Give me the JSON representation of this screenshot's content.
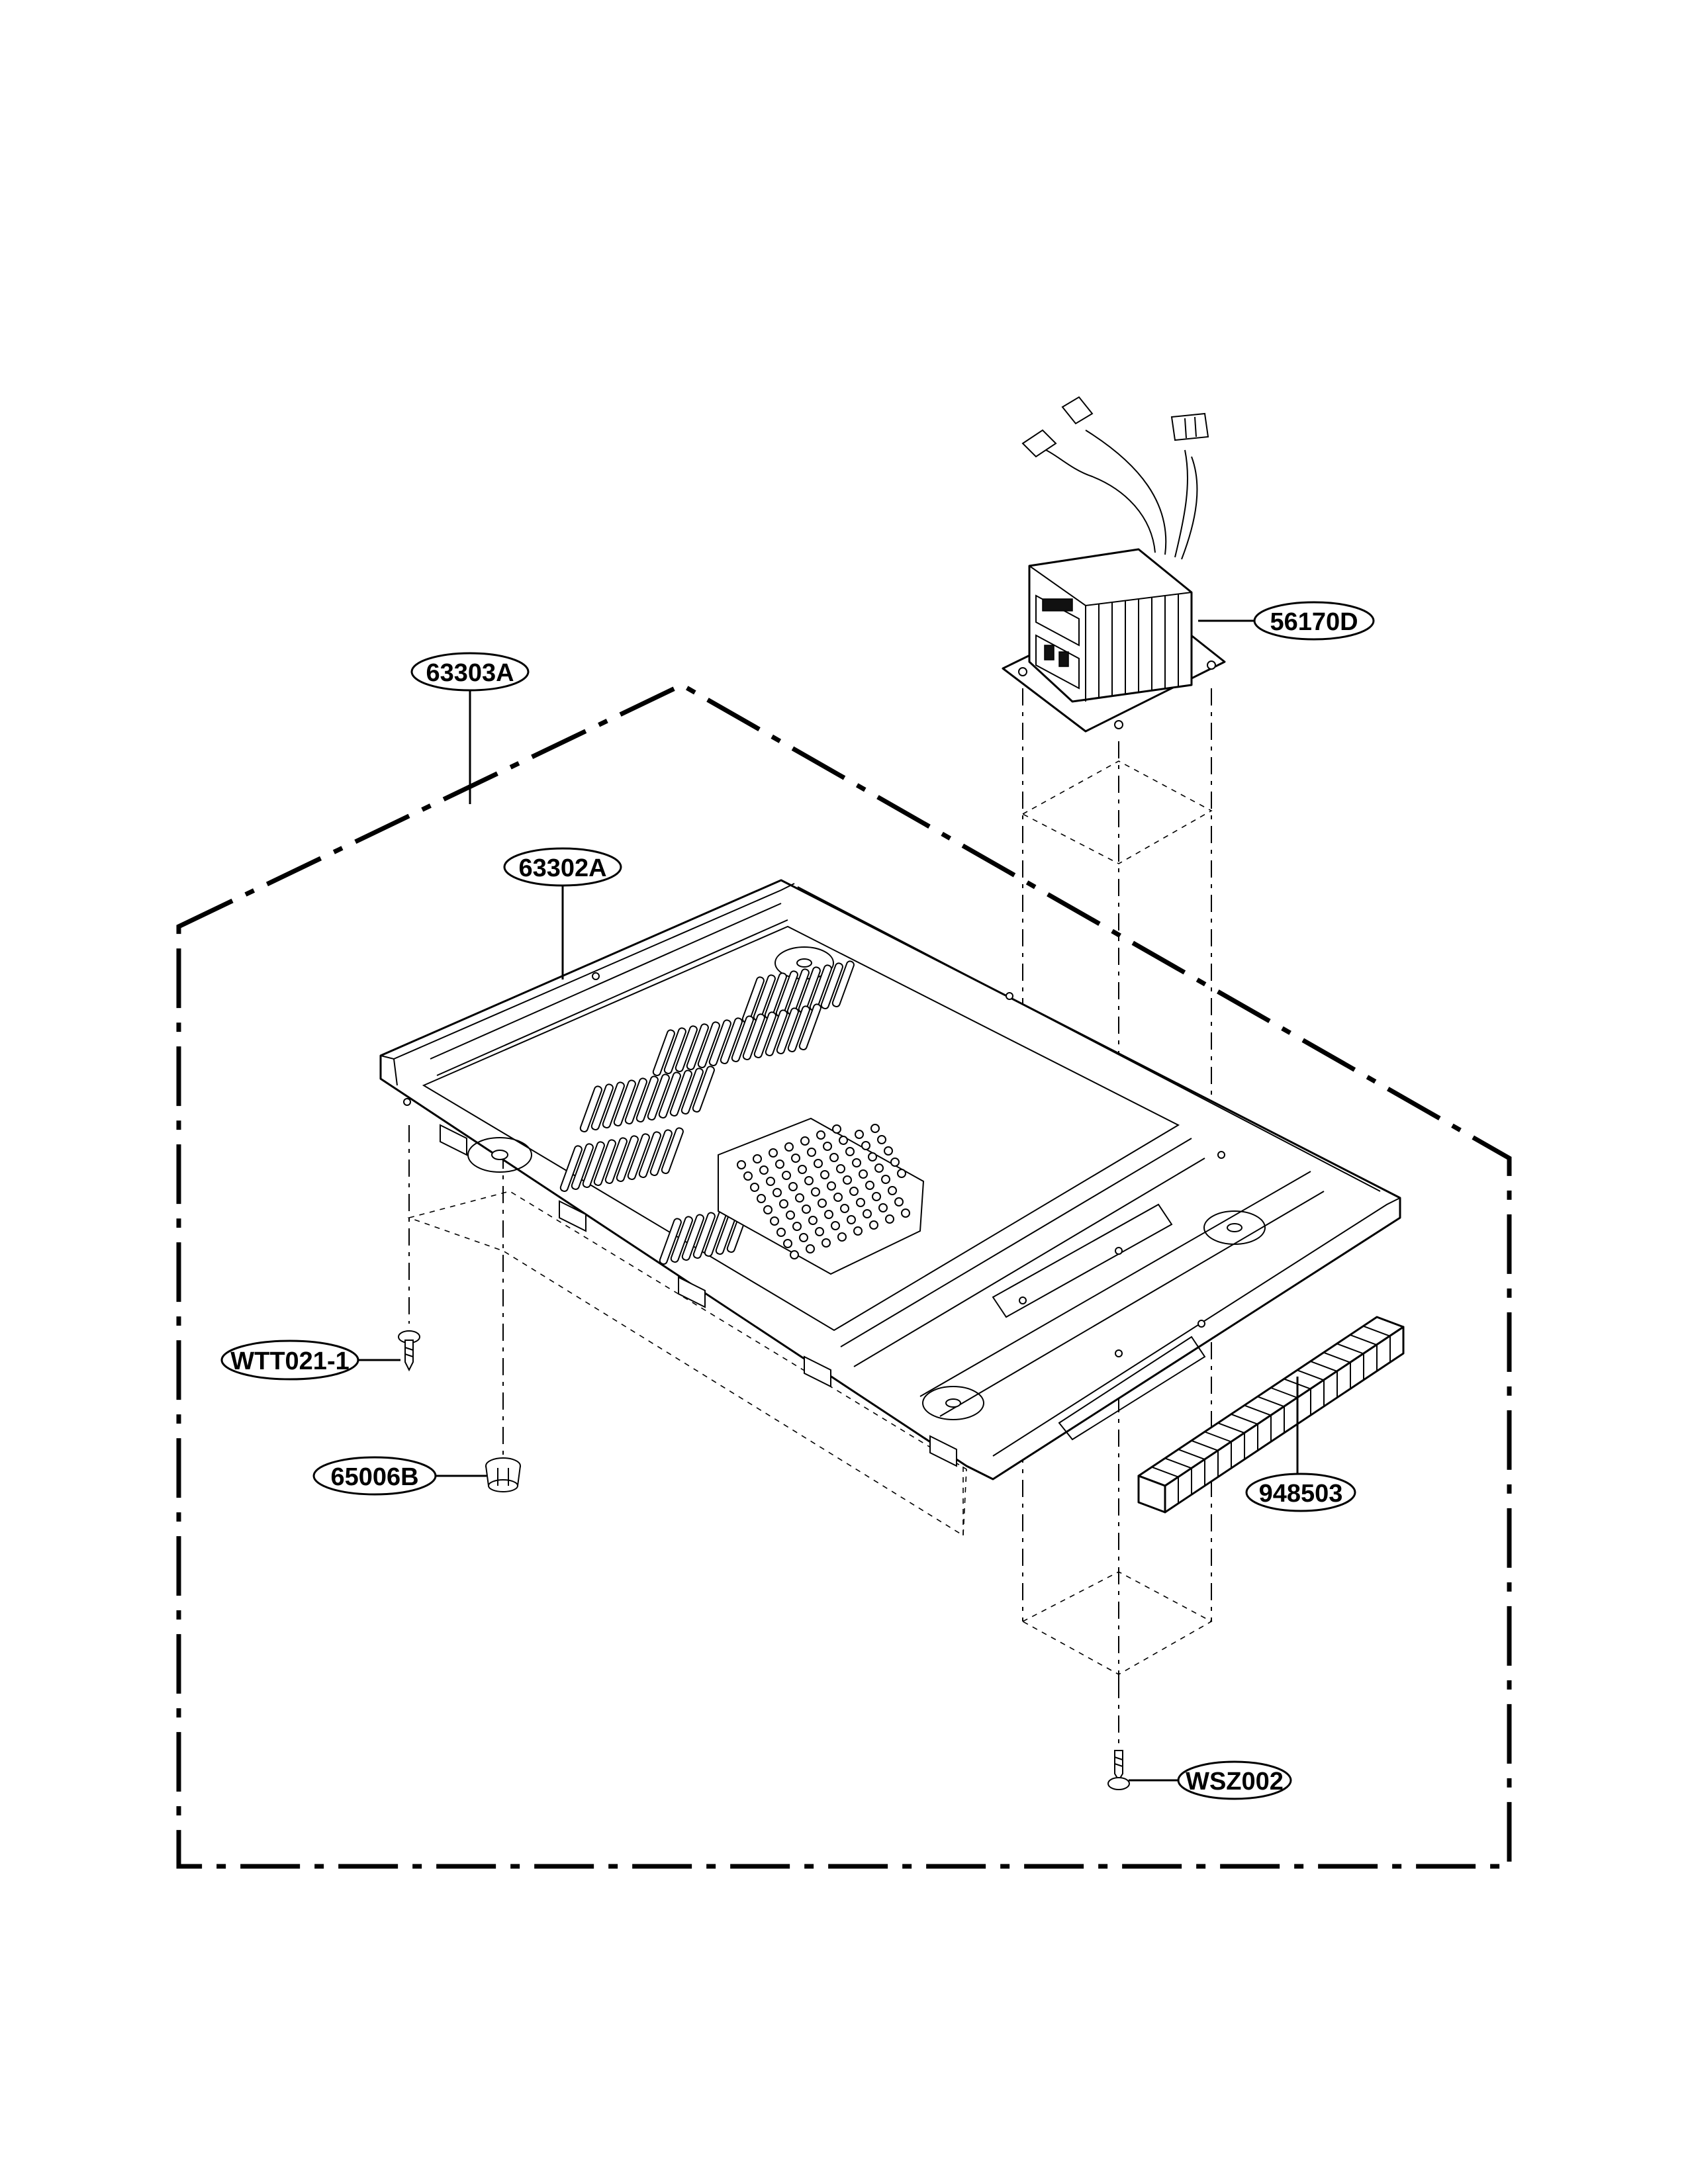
{
  "parts": {
    "outer_assembly": "63303A",
    "base_plate": "63302A",
    "transformer": "56170D",
    "screw_left": "WTT021-1",
    "foot": "65006B",
    "spacer": "948503",
    "screw_bottom": "WSZ002"
  },
  "icons": {
    "transformer": "transformer-icon",
    "base_plate": "base-plate-icon",
    "screw": "screw-icon",
    "foot": "rubber-foot-icon",
    "spacer": "spacer-bar-icon"
  }
}
